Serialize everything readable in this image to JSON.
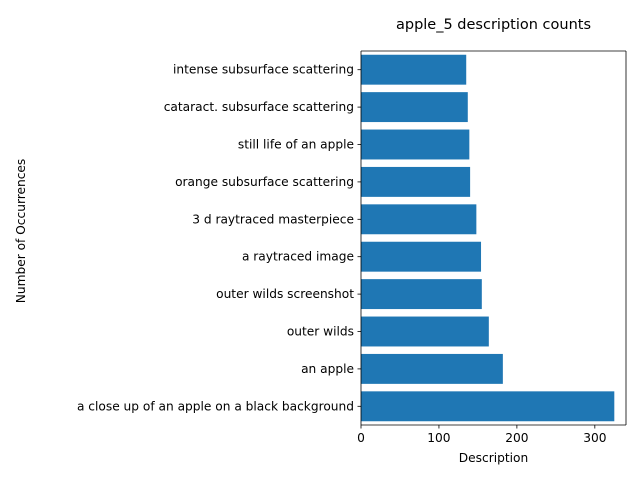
{
  "chart_data": {
    "type": "bar",
    "orientation": "horizontal",
    "title": "apple_5 description counts",
    "xlabel": "Description",
    "ylabel": "Number of Occurrences",
    "categories": [
      "a close up of an apple on a black background",
      "an apple",
      "outer wilds",
      "outer wilds screenshot",
      "a raytraced image",
      "3 d raytraced masterpiece",
      "orange subsurface scattering",
      "still life of an apple",
      "cataract. subsurface scattering",
      "intense subsurface scattering"
    ],
    "values": [
      325,
      182,
      164,
      155,
      154,
      148,
      140,
      139,
      137,
      135
    ],
    "xlim": [
      0,
      340
    ],
    "xticks": [
      0,
      100,
      200,
      300
    ],
    "bar_color": "#1f77b4",
    "grid": false,
    "legend": "none"
  }
}
